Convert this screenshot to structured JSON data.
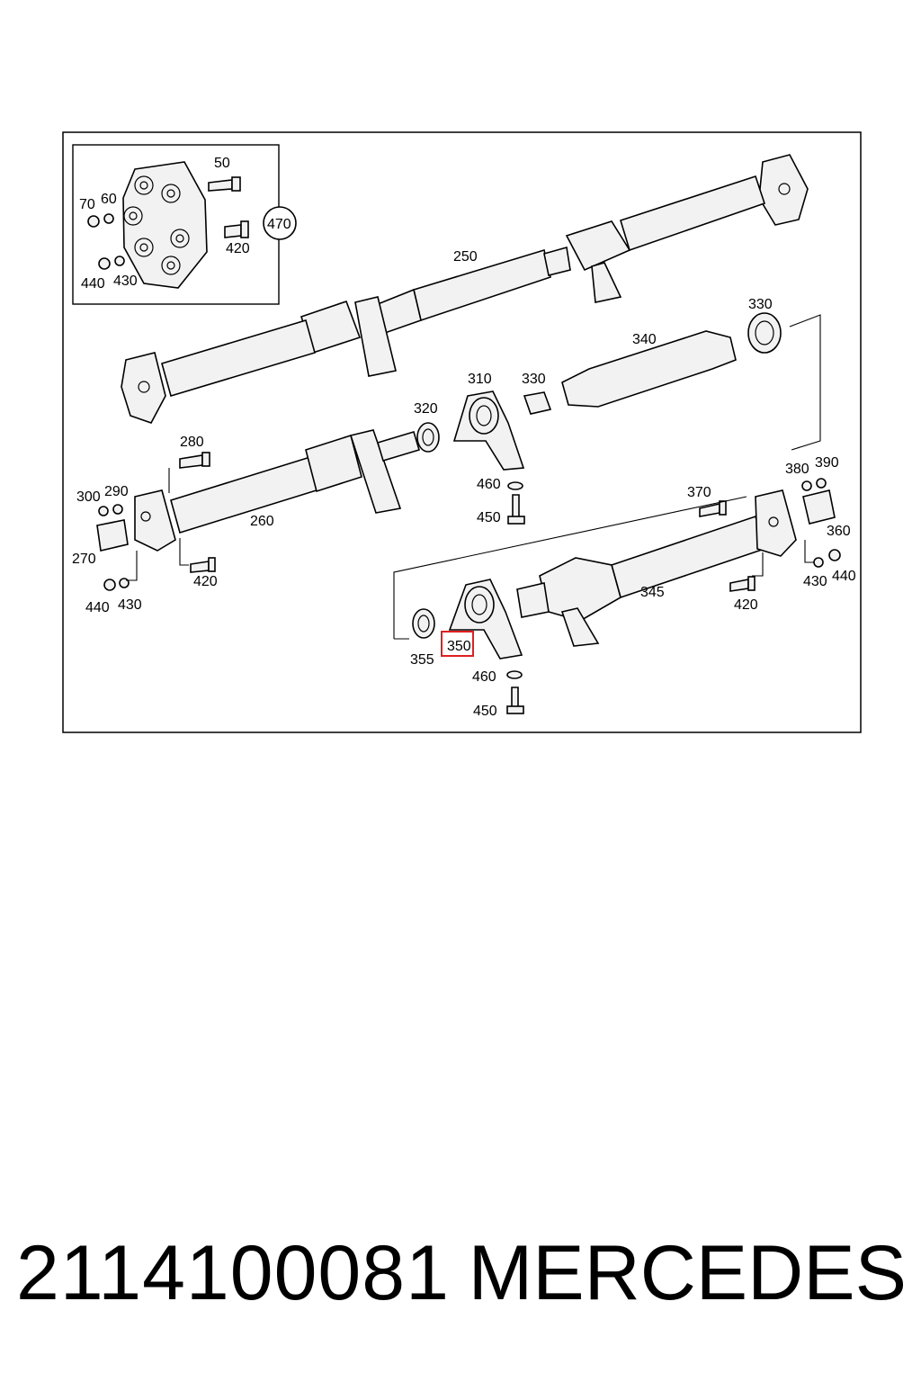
{
  "callouts": {
    "c50": "50",
    "c60": "60",
    "c70": "70",
    "c470": "470",
    "c420a": "420",
    "c440a": "440",
    "c430a": "430",
    "c250": "250",
    "c330a": "330",
    "c340": "340",
    "c310": "310",
    "c330b": "330",
    "c320": "320",
    "c280": "280",
    "c300": "300",
    "c290": "290",
    "c260": "260",
    "c270": "270",
    "c420b": "420",
    "c440b": "440",
    "c430b": "430",
    "c460a": "460",
    "c450a": "450",
    "c370": "370",
    "c380": "380",
    "c390": "390",
    "c360": "360",
    "c345": "345",
    "c420c": "420",
    "c430c": "430",
    "c440c": "440",
    "c355": "355",
    "c350": "350",
    "c460b": "460",
    "c450b": "450"
  },
  "highlight": {
    "color": "#e02020"
  },
  "caption": {
    "part_number": "2114100081",
    "brand": "MERCEDES"
  }
}
